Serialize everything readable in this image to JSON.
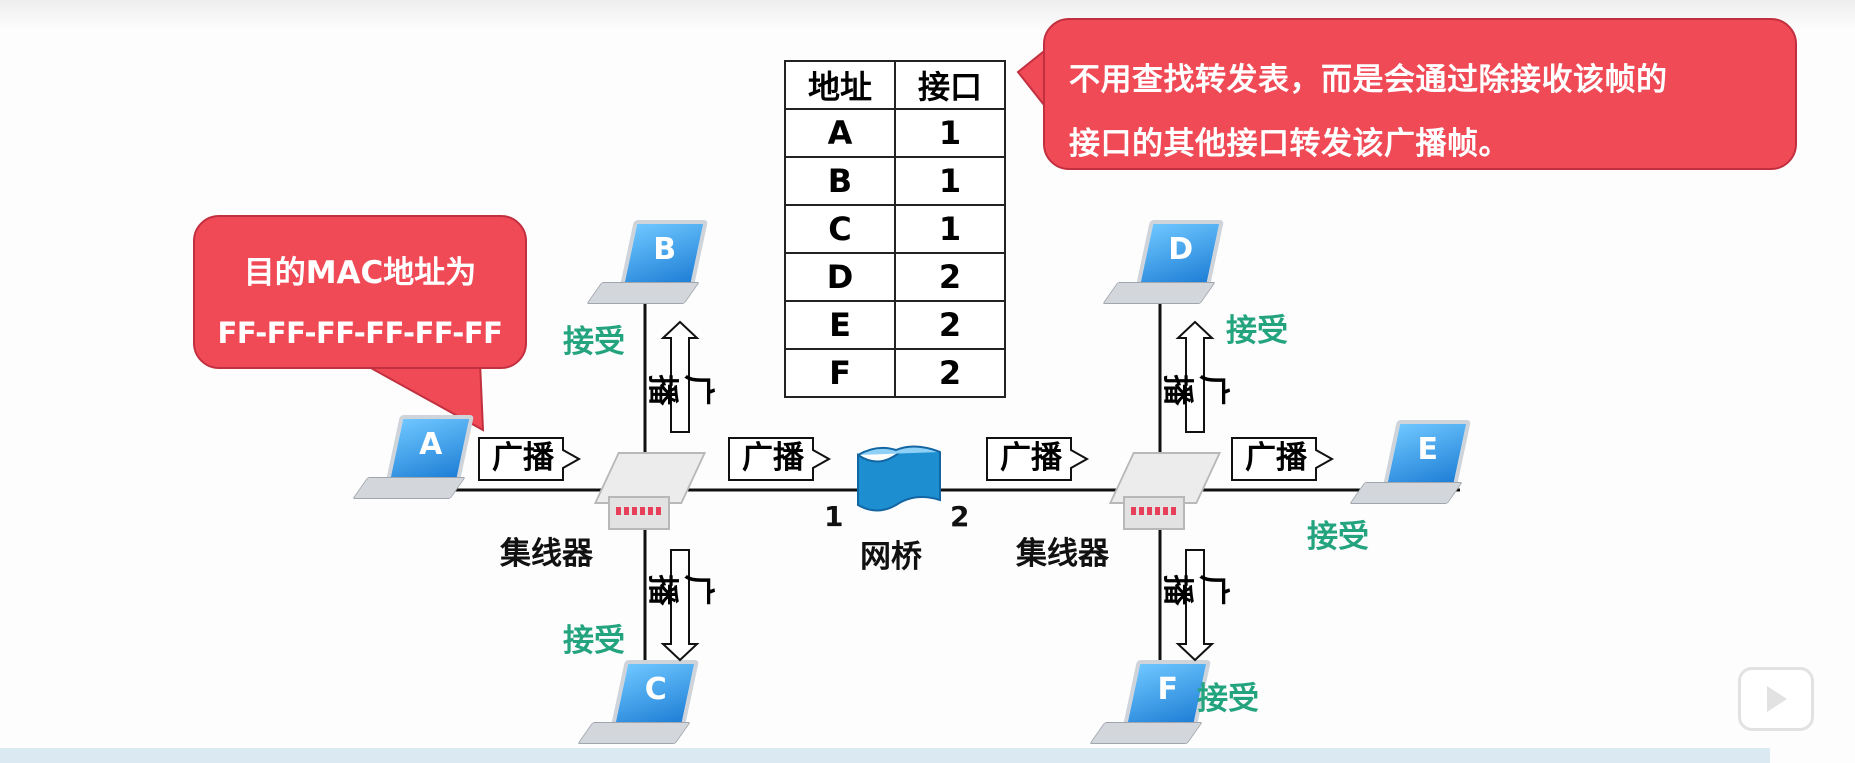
{
  "callout_left": {
    "line1": "目的MAC地址为",
    "line2": "FF-FF-FF-FF-FF-FF"
  },
  "callout_right": {
    "line1": "不用查找转发表，而是会通过除接收该帧的",
    "line2": "接口的其他接口转发该广播帧。"
  },
  "table": {
    "headers": [
      "地址",
      "接口"
    ],
    "rows": [
      [
        "A",
        "1"
      ],
      [
        "B",
        "1"
      ],
      [
        "C",
        "1"
      ],
      [
        "D",
        "2"
      ],
      [
        "E",
        "2"
      ],
      [
        "F",
        "2"
      ]
    ]
  },
  "hosts": {
    "a": "A",
    "b": "B",
    "c": "C",
    "d": "D",
    "e": "E",
    "f": "F"
  },
  "labels": {
    "hub": "集线器",
    "bridge": "网桥",
    "broadcast": "广播",
    "accept": "接受",
    "port1": "1",
    "port2": "2"
  },
  "colors": {
    "callout": "#f04a56",
    "accept": "#23a47e",
    "bridge": "#1d8fd1",
    "screen": "#2e8ee0"
  }
}
